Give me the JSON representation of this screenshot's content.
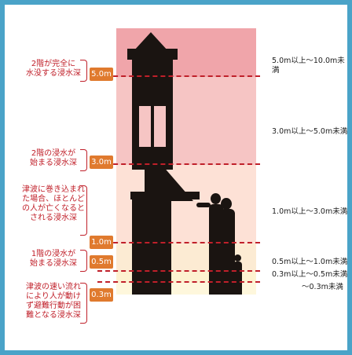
{
  "colors": {
    "frame": "#4aa3c8",
    "band_above_5m": "#f0a5aa",
    "band_3_to_5m": "#f6c5c4",
    "band_1_to_3m": "#fde1d6",
    "band_05_to_1m": "#fcebd3",
    "band_03_to_05m": "#fdf2d0",
    "band_below_03m": "#fef7dc",
    "level_marker": "#e07a2e",
    "dashed_line": "#c0202a",
    "annotation_text": "#c0202a",
    "silhouette": "#1a1411"
  },
  "levels": [
    {
      "id": "5m",
      "marker": "5.0m",
      "range": "5.0m以上～10.0m未満",
      "note": "2階が完全に\n水没する浸水深"
    },
    {
      "id": "3m",
      "marker": "3.0m",
      "range": "3.0m以上～5.0m未満",
      "note": "2階の浸水が\n始まる浸水深"
    },
    {
      "id": "1m",
      "marker": "1.0m",
      "range": "1.0m以上～3.0m未満",
      "note": "津波に巻き込まれ\nた場合、ほとんど\nの人が亡くなると\nされる浸水深"
    },
    {
      "id": "05m",
      "marker": "0.5m",
      "range": "0.5m以上～1.0m未満",
      "note": "1階の浸水が\n始まる浸水深"
    },
    {
      "id": "03m",
      "marker": "0.3m",
      "range": "0.3m以上～0.5m未満",
      "note": "津波の速い流れ\nにより人が動け\nず避難行動が困\n難となる浸水深"
    }
  ],
  "bottom_range": "～0.3m未満"
}
